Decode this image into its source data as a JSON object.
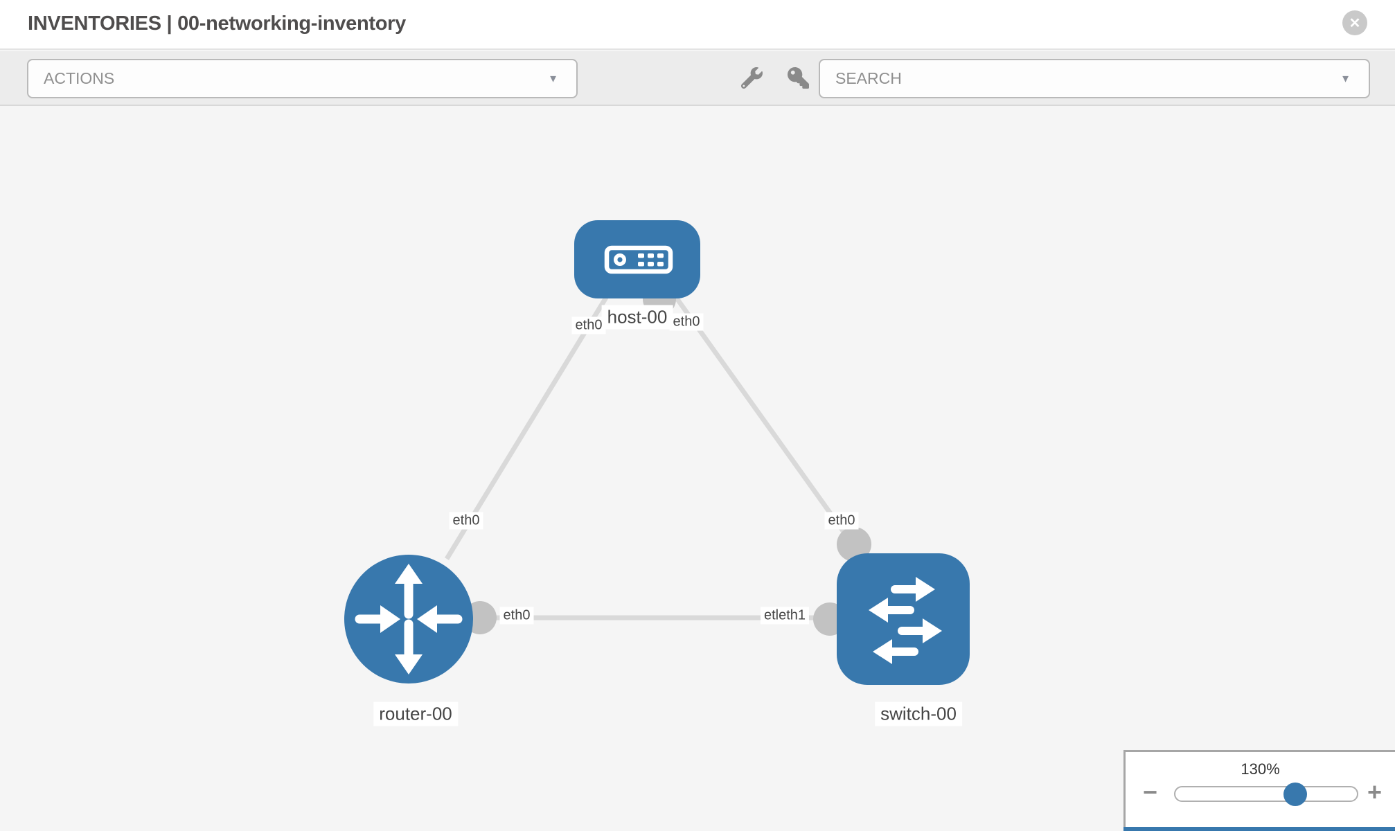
{
  "header": {
    "title": "INVENTORIES | 00-networking-inventory",
    "close_glyph": "✕"
  },
  "toolbar": {
    "actions_dropdown": {
      "label": "ACTIONS",
      "caret": "▼"
    },
    "search_dropdown": {
      "placeholder": "SEARCH",
      "caret": "▼"
    },
    "tool_icons": [
      "wrench-icon",
      "key-icon"
    ]
  },
  "topology": {
    "nodes": [
      {
        "id": "host-00",
        "type": "host",
        "label": "host-00"
      },
      {
        "id": "router-00",
        "type": "router",
        "label": "router-00"
      },
      {
        "id": "switch-00",
        "type": "switch",
        "label": "switch-00"
      }
    ],
    "links": [
      {
        "from": "host-00",
        "to": "router-00"
      },
      {
        "from": "host-00",
        "to": "switch-00"
      },
      {
        "from": "router-00",
        "to": "switch-00"
      }
    ],
    "interface_labels": [
      {
        "text": "eth0",
        "position": "host-left"
      },
      {
        "text": "eth0",
        "position": "host-right"
      },
      {
        "text": "eth0",
        "position": "router-top"
      },
      {
        "text": "eth0",
        "position": "switch-top"
      },
      {
        "text": "eth0",
        "position": "router-right"
      },
      {
        "text": "etleth1",
        "position": "switch-left"
      }
    ]
  },
  "zoom_control": {
    "level": "130%",
    "value_percent": 130,
    "minus_glyph": "−",
    "plus_glyph": "+"
  },
  "colors": {
    "node_blue": "#3878ad",
    "link_gray": "#d9d9d9",
    "port_gray": "#c2c2c2",
    "canvas_bg": "#f5f5f5",
    "toolbar_bg": "#ececec"
  }
}
